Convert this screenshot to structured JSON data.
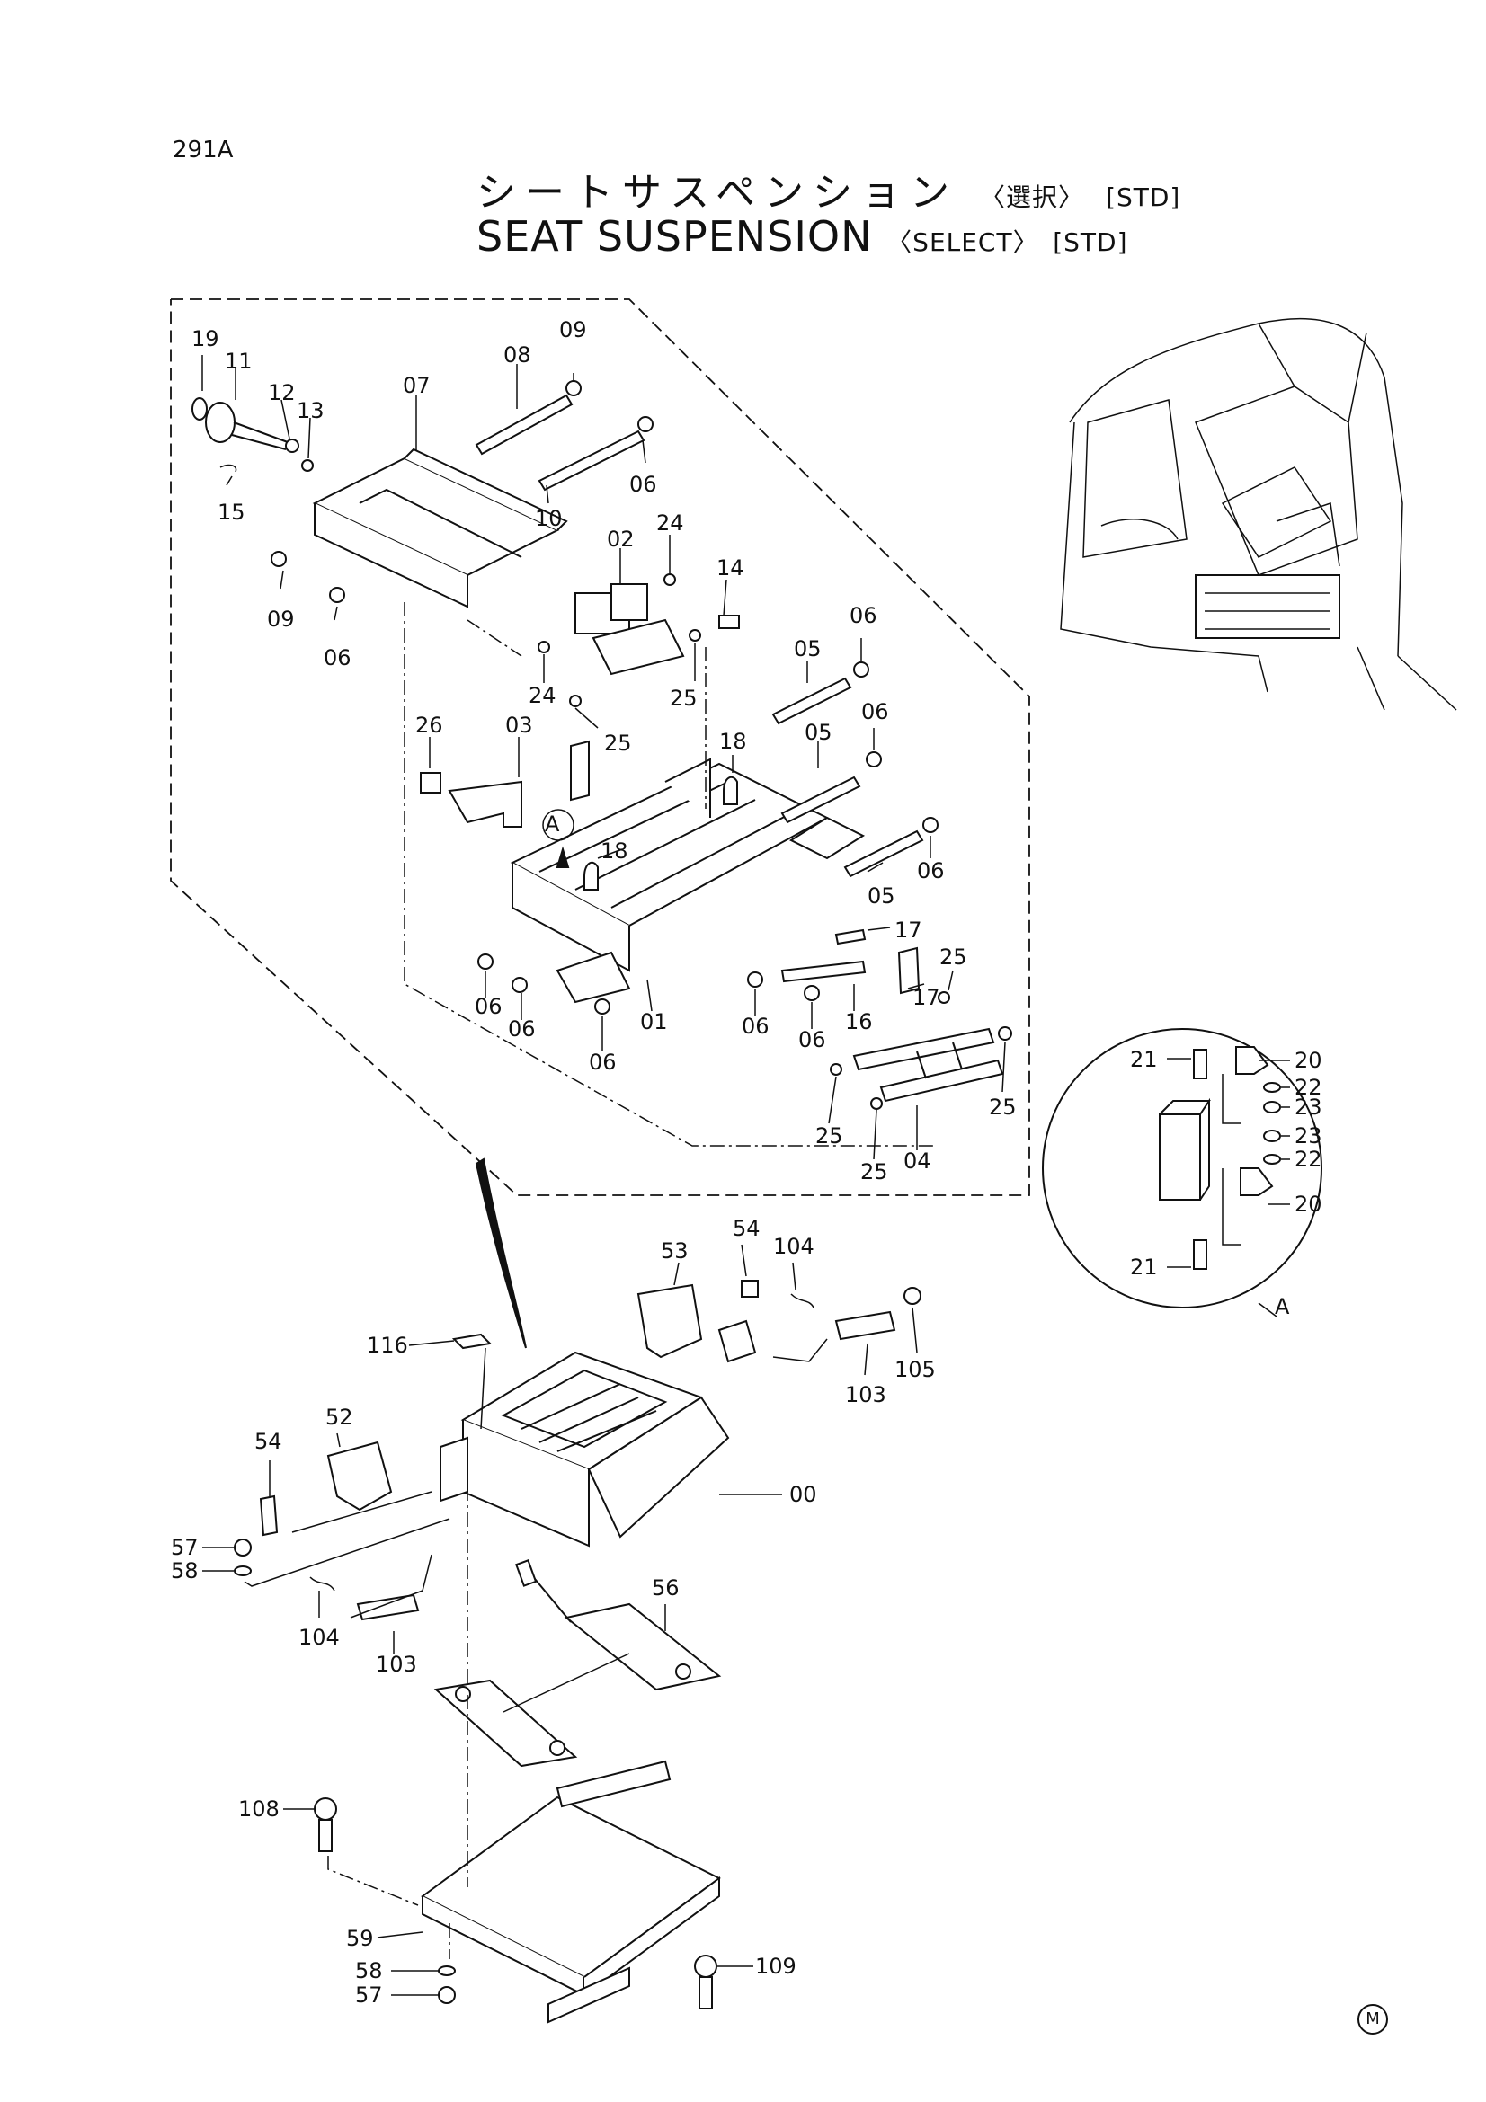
{
  "page_id": "291A",
  "title": {
    "ja": "シートサスペンション",
    "ja_select": "〈選択〉",
    "ja_std": "[STD]",
    "en": "SEAT SUSPENSION",
    "en_select": "〈SELECT〉",
    "en_std": "[STD]"
  },
  "callouts": {
    "upper_assembly": [
      "19",
      "11",
      "12",
      "13",
      "15",
      "07",
      "08",
      "09",
      "10",
      "06",
      "09",
      "06",
      "02",
      "24",
      "14",
      "24",
      "25",
      "25",
      "26",
      "03",
      "05",
      "06",
      "18",
      "05",
      "06",
      "18",
      "05",
      "06",
      "17",
      "17",
      "25",
      "06",
      "06",
      "06",
      "01",
      "06",
      "06",
      "16",
      "25",
      "25",
      "04",
      "25"
    ],
    "detail_a": [
      "21",
      "20",
      "22",
      "23",
      "23",
      "22",
      "20",
      "21"
    ],
    "detail_ref": "A",
    "lower_assembly": [
      "54",
      "53",
      "104",
      "116",
      "105",
      "103",
      "52",
      "54",
      "00",
      "57",
      "58",
      "104",
      "103",
      "56",
      "108",
      "59",
      "58",
      "57",
      "109"
    ]
  },
  "footer_mark": "M"
}
